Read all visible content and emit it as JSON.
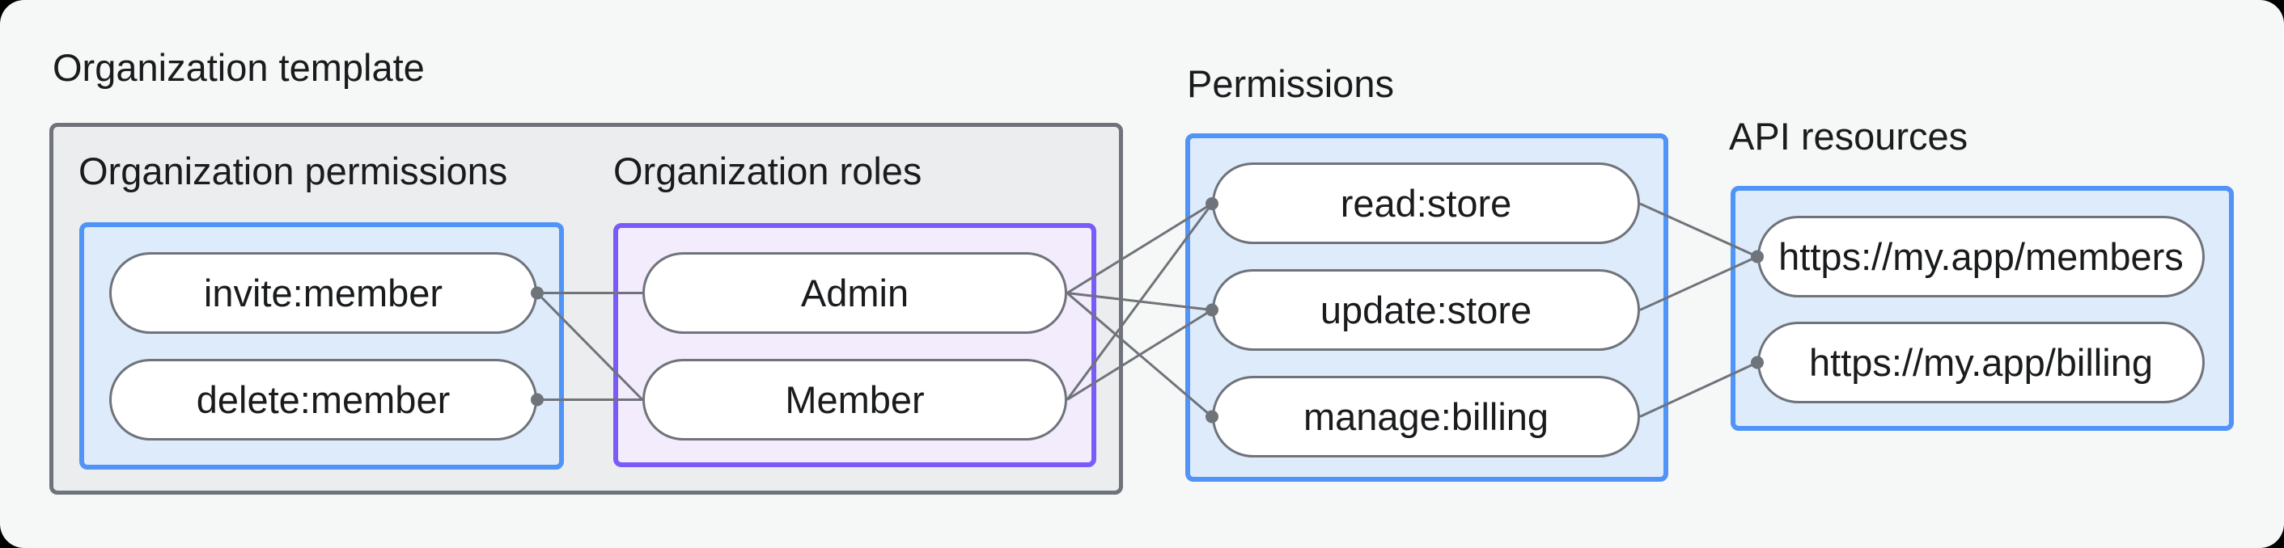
{
  "sections": {
    "org_template": {
      "label": "Organization template"
    },
    "org_permissions": {
      "label": "Organization permissions",
      "pills": [
        {
          "id": "invite",
          "label": "invite:member"
        },
        {
          "id": "delete",
          "label": "delete:member"
        }
      ]
    },
    "org_roles": {
      "label": "Organization roles",
      "pills": [
        {
          "id": "admin",
          "label": "Admin"
        },
        {
          "id": "member",
          "label": "Member"
        }
      ]
    },
    "permissions": {
      "label": "Permissions",
      "pills": [
        {
          "id": "read",
          "label": "read:store"
        },
        {
          "id": "update",
          "label": "update:store"
        },
        {
          "id": "manage",
          "label": "manage:billing"
        }
      ]
    },
    "api_resources": {
      "label": "API resources",
      "pills": [
        {
          "id": "members",
          "label": "https://my.app/members"
        },
        {
          "id": "billing",
          "label": "https://my.app/billing"
        }
      ]
    }
  },
  "edges": [
    {
      "from": "invite",
      "to": "admin"
    },
    {
      "from": "invite",
      "to": "member"
    },
    {
      "from": "delete",
      "to": "member"
    },
    {
      "from": "admin",
      "to": "read"
    },
    {
      "from": "admin",
      "to": "update"
    },
    {
      "from": "admin",
      "to": "manage"
    },
    {
      "from": "member",
      "to": "read"
    },
    {
      "from": "member",
      "to": "update"
    },
    {
      "from": "read",
      "to": "members"
    },
    {
      "from": "update",
      "to": "members"
    },
    {
      "from": "manage",
      "to": "billing"
    }
  ],
  "colors": {
    "background": "#F6F7F7",
    "outer": "#000000",
    "gray_box_fill": "#ECEDEE",
    "gray_box_border": "#6F737A",
    "blue_fill": "#DEEBFB",
    "blue_border": "#4F94F6",
    "purple_fill": "#F2ECFC",
    "purple_border": "#7B5BF7",
    "pill_fill": "#FFFFFF",
    "pill_border": "#6F737A",
    "line": "#6F737A",
    "text": "#191B1D"
  }
}
